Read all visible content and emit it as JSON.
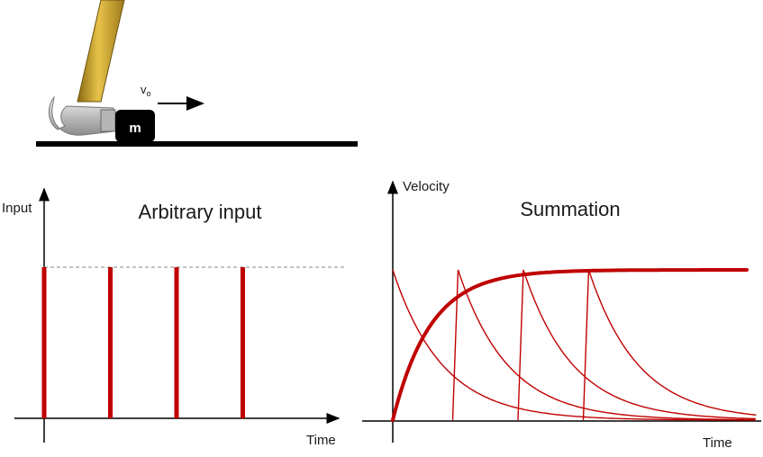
{
  "illustration": {
    "mass_label": "m",
    "velocity_label_main": "v",
    "velocity_label_sub": "o",
    "icon": "hammer-icon"
  },
  "left_chart": {
    "title": "Arbitrary input",
    "ylabel": "Input",
    "xlabel": "Time"
  },
  "right_chart": {
    "title": "Summation",
    "ylabel": "Velocity",
    "xlabel": "Time"
  },
  "colors": {
    "accent": "#c00000",
    "dashed_guide": "#888888",
    "axis": "#000000",
    "hammer_handle": "#c9a227",
    "hammer_head": "#d9d9d9"
  },
  "chart_data": [
    {
      "type": "line",
      "title": "Arbitrary input",
      "xlabel": "Time",
      "ylabel": "Input",
      "description": "impulse train of equal amplitude",
      "impulse_times": [
        0,
        1,
        2,
        3
      ],
      "impulse_amplitude": 1
    },
    {
      "type": "line",
      "title": "Summation",
      "xlabel": "Time",
      "ylabel": "Velocity",
      "impulse_times": [
        0,
        1,
        2,
        3
      ],
      "response": "exponential decay per impulse, rising summed envelope"
    }
  ]
}
